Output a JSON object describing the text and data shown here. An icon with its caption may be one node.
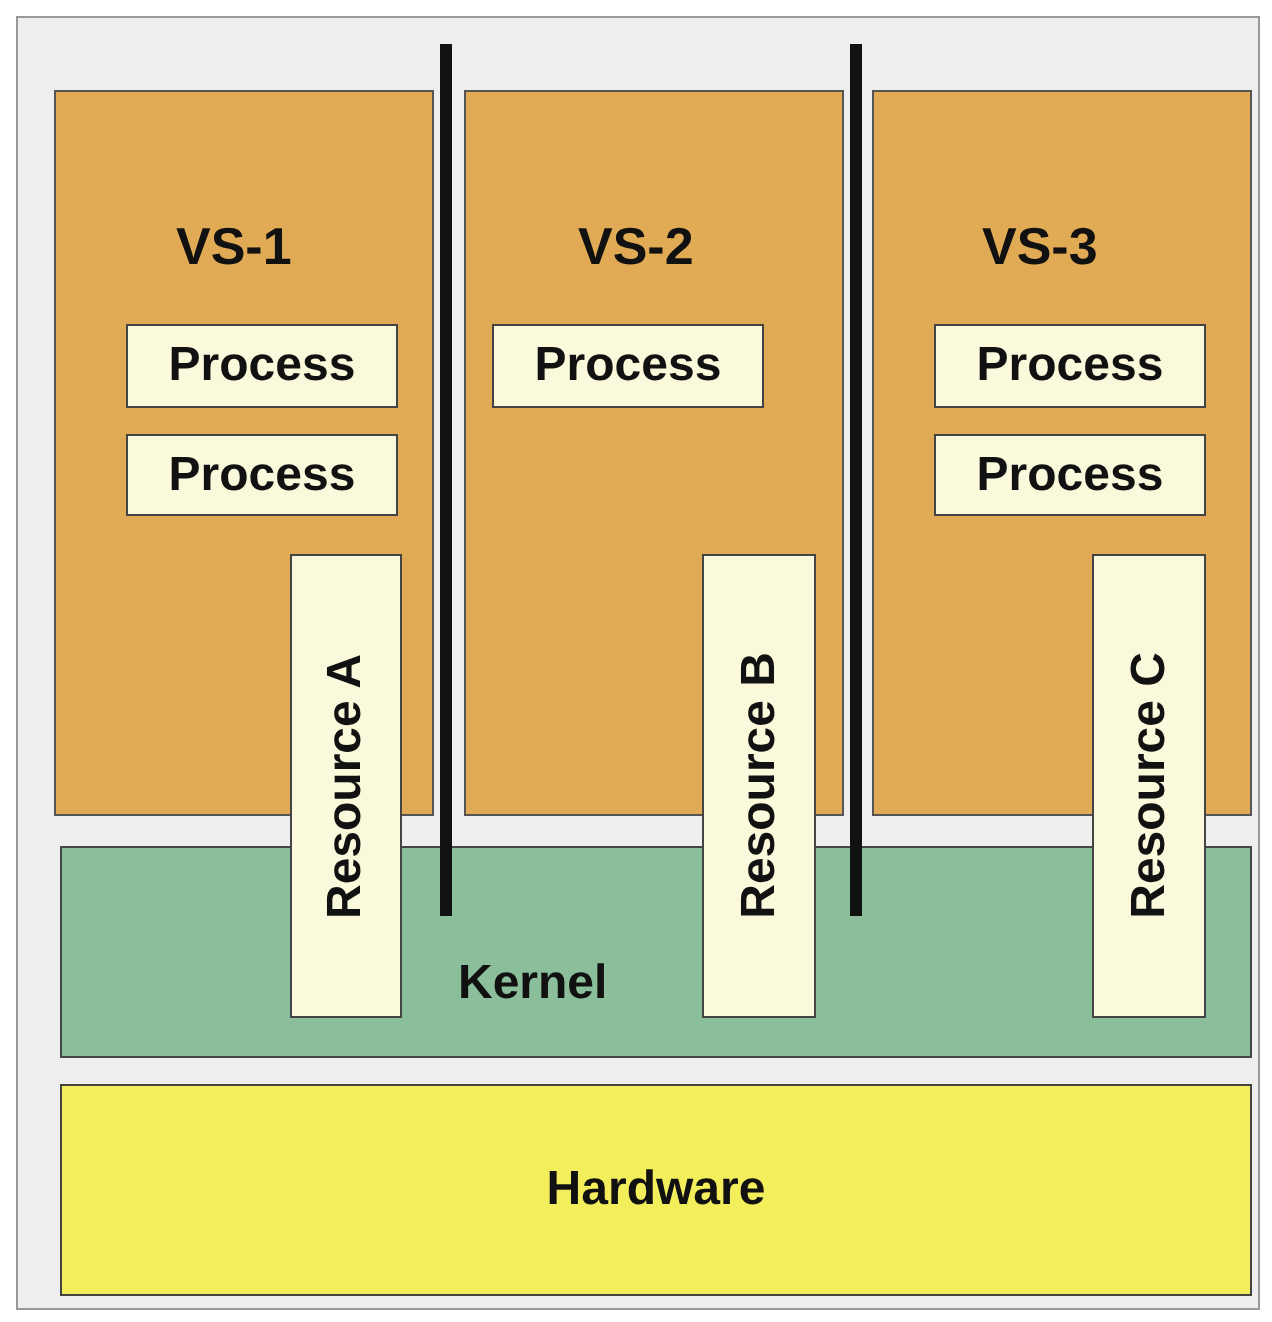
{
  "diagram": {
    "nodes": [
      {
        "text": [
          "VS-1"
        ]
      },
      {
        "text": [
          "Process"
        ],
        "in": 0
      },
      {
        "text": [
          "Process"
        ],
        "in": 0
      },
      {
        "text": [
          "VS-2"
        ]
      },
      {
        "text": [
          "Process"
        ],
        "in": 3
      },
      {
        "text": [
          "VS-3"
        ]
      },
      {
        "text": [
          "Process"
        ],
        "in": 5
      },
      {
        "text": [
          "Process"
        ],
        "in": 5
      },
      {
        "text": [
          "Resource A"
        ]
      },
      {
        "text": [
          "Resource B"
        ]
      },
      {
        "text": [
          "Resource C"
        ]
      },
      {
        "text": [
          "Kernel"
        ]
      },
      {
        "text": [
          "Hardware"
        ]
      }
    ]
  }
}
